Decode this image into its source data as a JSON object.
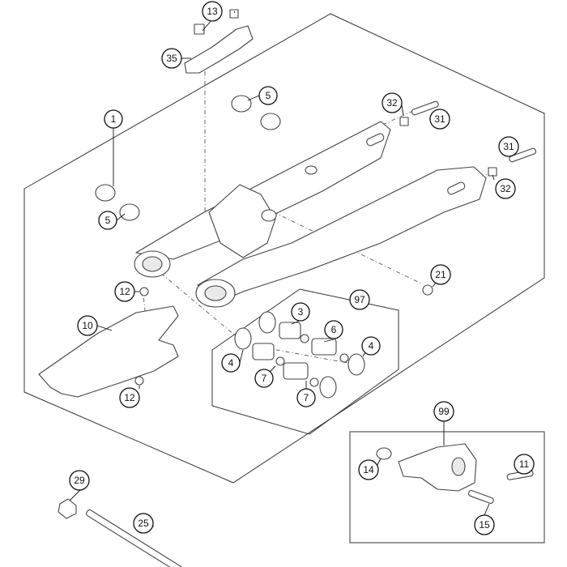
{
  "callouts": [
    {
      "id": "c1",
      "label": "1"
    },
    {
      "id": "c3",
      "label": "3"
    },
    {
      "id": "c4a",
      "label": "4"
    },
    {
      "id": "c4b",
      "label": "4"
    },
    {
      "id": "c5a",
      "label": "5"
    },
    {
      "id": "c5b",
      "label": "5"
    },
    {
      "id": "c6",
      "label": "6"
    },
    {
      "id": "c7a",
      "label": "7"
    },
    {
      "id": "c7b",
      "label": "7"
    },
    {
      "id": "c10",
      "label": "10"
    },
    {
      "id": "c11",
      "label": "11"
    },
    {
      "id": "c12a",
      "label": "12"
    },
    {
      "id": "c12b",
      "label": "12"
    },
    {
      "id": "c13",
      "label": "13"
    },
    {
      "id": "c14",
      "label": "14"
    },
    {
      "id": "c15",
      "label": "15"
    },
    {
      "id": "c21",
      "label": "21"
    },
    {
      "id": "c25",
      "label": "25"
    },
    {
      "id": "c29",
      "label": "29"
    },
    {
      "id": "c31a",
      "label": "31"
    },
    {
      "id": "c31b",
      "label": "31"
    },
    {
      "id": "c32a",
      "label": "32"
    },
    {
      "id": "c32b",
      "label": "32"
    },
    {
      "id": "c35",
      "label": "35"
    },
    {
      "id": "c97",
      "label": "97"
    },
    {
      "id": "c99",
      "label": "99"
    }
  ]
}
